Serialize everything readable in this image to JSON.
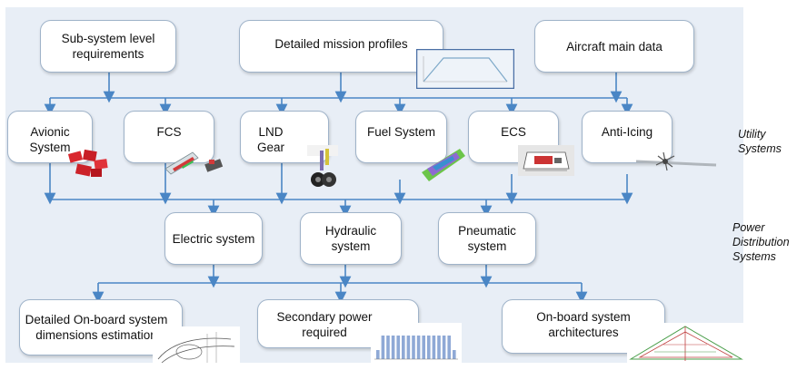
{
  "requirements": {
    "subsystem": "Sub-system level requirements",
    "mission": "Detailed mission profiles",
    "aircraft": "Aircraft main data"
  },
  "utility": {
    "avionic": "Avionic System",
    "fcs": "FCS",
    "lnd": "LND Gear",
    "fuel": "Fuel System",
    "ecs": "ECS",
    "anticing": "Anti-Icing"
  },
  "distribution": {
    "electric": "Electric system",
    "hydraulic": "Hydraulic system",
    "pneumatic": "Pneumatic system"
  },
  "outputs": {
    "dimensions": "Detailed On-board system dimensions estimation",
    "power": "Secondary power required",
    "architectures": "On-board system architectures"
  },
  "side_labels": {
    "utility": "Utility Systems",
    "distribution": "Power Distribution Systems"
  },
  "colors": {
    "connector": "#4a86c5",
    "box_border": "#9fb3c9",
    "background_band": "#e8eef6"
  }
}
